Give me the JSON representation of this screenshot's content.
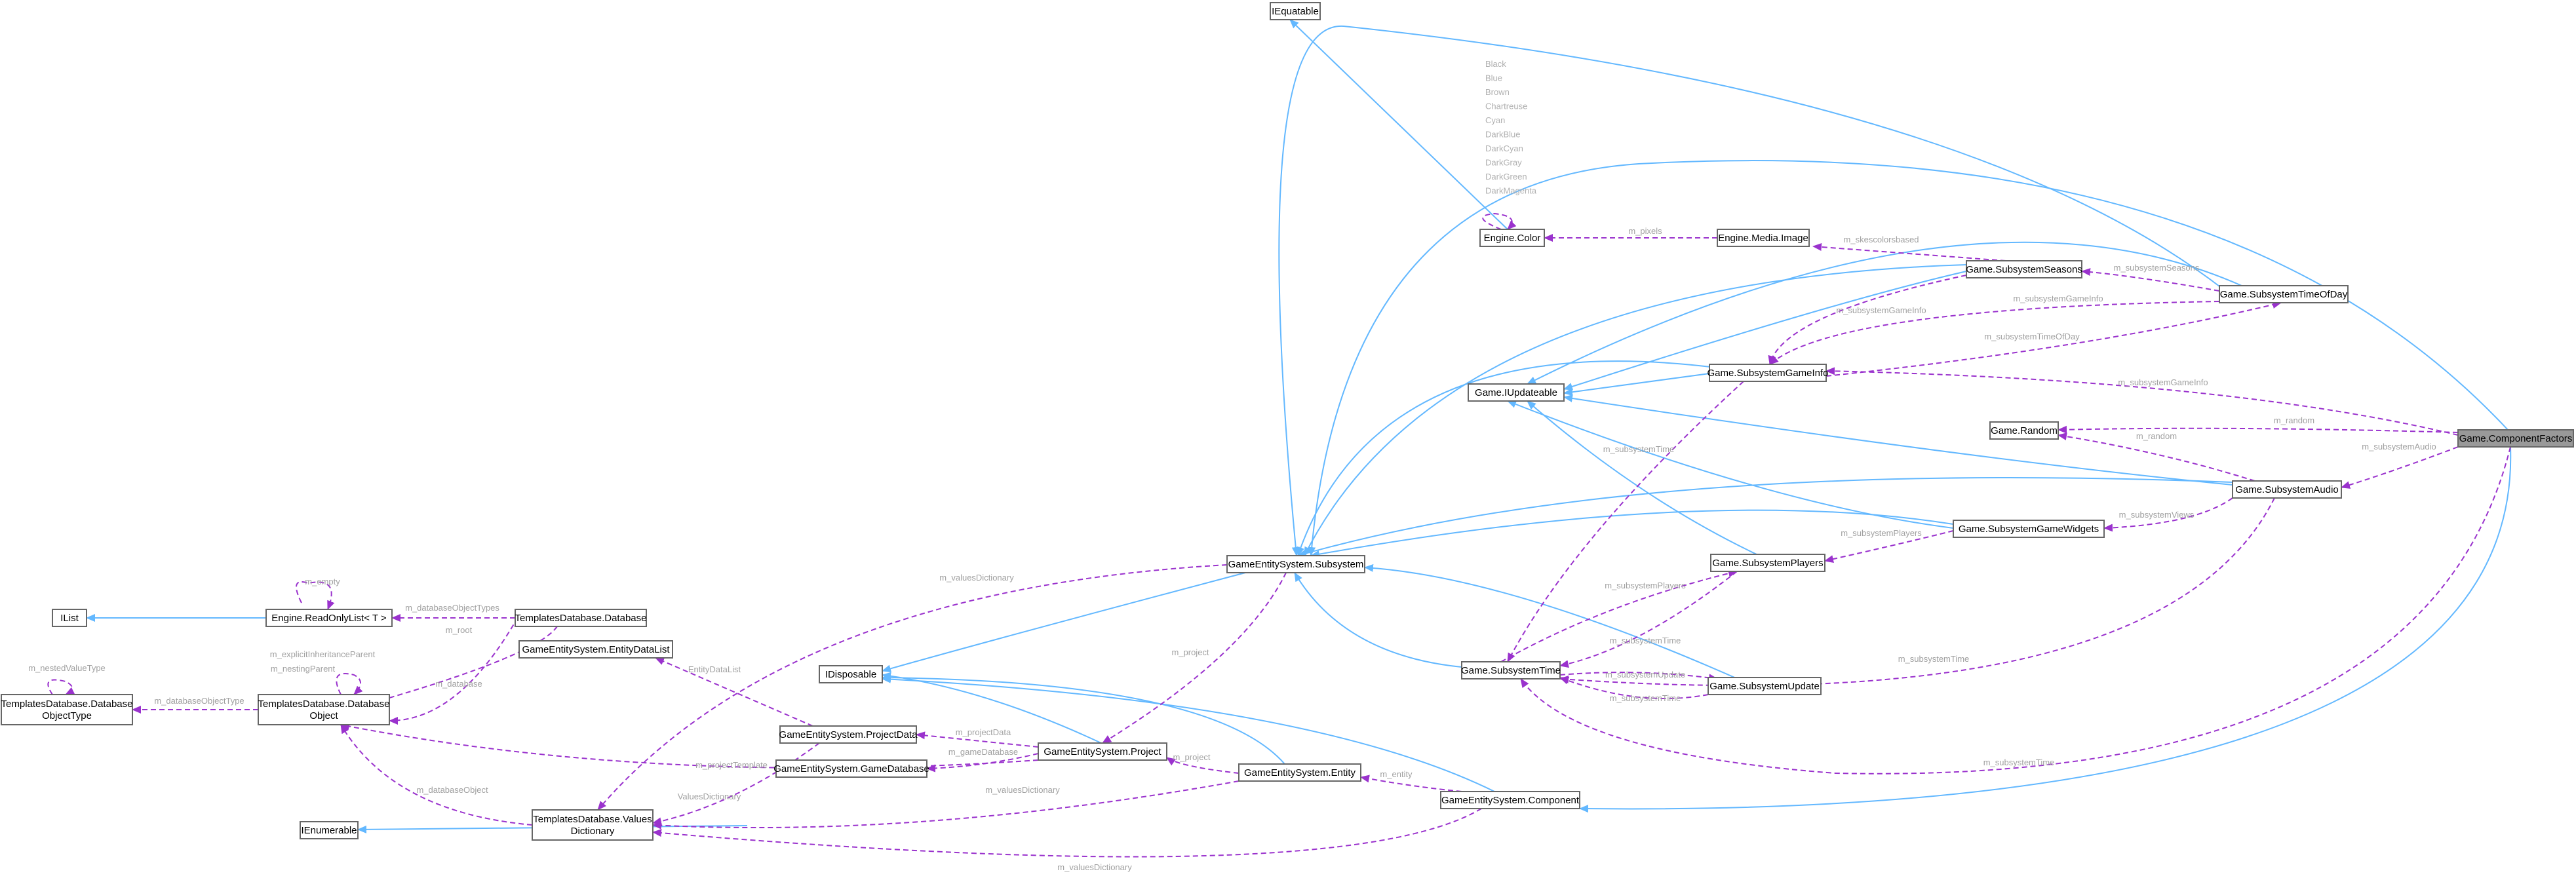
{
  "colors": {
    "inheritance": "#63b8ff",
    "usage": "#9a32cd",
    "highlight_fill": "#999999"
  },
  "nodes": [
    {
      "id": "iequatable",
      "lines": [
        "IEquatable"
      ]
    },
    {
      "id": "color",
      "lines": [
        "Engine.Color"
      ]
    },
    {
      "id": "mediaimage",
      "lines": [
        "Engine.Media.Image"
      ]
    },
    {
      "id": "seasons",
      "lines": [
        "Game.SubsystemSeasons"
      ]
    },
    {
      "id": "timeofday",
      "lines": [
        "Game.SubsystemTimeOfDay"
      ]
    },
    {
      "id": "gameinfo",
      "lines": [
        "Game.SubsystemGameInfo"
      ]
    },
    {
      "id": "iupdateable",
      "lines": [
        "Game.IUpdateable"
      ]
    },
    {
      "id": "random",
      "lines": [
        "Game.Random"
      ]
    },
    {
      "id": "componentfactors",
      "lines": [
        "Game.ComponentFactors"
      ],
      "highlight": true
    },
    {
      "id": "audio",
      "lines": [
        "Game.SubsystemAudio"
      ]
    },
    {
      "id": "widgets",
      "lines": [
        "Game.SubsystemGameWidgets"
      ]
    },
    {
      "id": "subsystem",
      "lines": [
        "GameEntitySystem.Subsystem"
      ]
    },
    {
      "id": "players",
      "lines": [
        "Game.SubsystemPlayers"
      ]
    },
    {
      "id": "ilist",
      "lines": [
        "IList"
      ]
    },
    {
      "id": "readonlylist",
      "lines": [
        "Engine.ReadOnlyList< T >"
      ]
    },
    {
      "id": "tdatabase",
      "lines": [
        "TemplatesDatabase.Database"
      ]
    },
    {
      "id": "entitydatalist",
      "lines": [
        "GameEntitySystem.EntityDataList"
      ]
    },
    {
      "id": "subsystemtime",
      "lines": [
        "Game.SubsystemTime"
      ]
    },
    {
      "id": "update",
      "lines": [
        "Game.SubsystemUpdate"
      ]
    },
    {
      "id": "dbobjecttype",
      "lines": [
        "TemplatesDatabase.Database",
        "ObjectType"
      ]
    },
    {
      "id": "dbobject",
      "lines": [
        "TemplatesDatabase.Database",
        "Object"
      ]
    },
    {
      "id": "idisposable",
      "lines": [
        "IDisposable"
      ]
    },
    {
      "id": "projectdata",
      "lines": [
        "GameEntitySystem.ProjectData"
      ]
    },
    {
      "id": "project",
      "lines": [
        "GameEntitySystem.Project"
      ]
    },
    {
      "id": "gamedatabase",
      "lines": [
        "GameEntitySystem.GameDatabase"
      ]
    },
    {
      "id": "entity",
      "lines": [
        "GameEntitySystem.Entity"
      ]
    },
    {
      "id": "component",
      "lines": [
        "GameEntitySystem.Component"
      ]
    },
    {
      "id": "ienumerable",
      "lines": [
        "IEnumerable"
      ]
    },
    {
      "id": "valuesdict",
      "lines": [
        "TemplatesDatabase.Values",
        "Dictionary"
      ]
    }
  ],
  "color_members": [
    "Black",
    "Blue",
    "Brown",
    "Chartreuse",
    "Cyan",
    "DarkBlue",
    "DarkCyan",
    "DarkGray",
    "DarkGreen",
    "DarkMagenta"
  ],
  "edge_labels": {
    "m_pixels": "m_pixels",
    "m_skescolorsbased": "m_skescolorsbased",
    "m_subsystemSeasons": "m_subsystemSeasons",
    "m_subsystemGameInfo_seasons": "m_subsystemGameInfo",
    "m_subsystemGameInfo_tod": "m_subsystemGameInfo",
    "m_subsystemTimeOfDay": "m_subsystemTimeOfDay",
    "m_subsystemGameInfo_cf": "m_subsystemGameInfo",
    "m_random_cf": "m_random",
    "m_random_audio": "m_random",
    "m_subsystemAudio": "m_subsystemAudio",
    "m_subsystemViews": "m_subsystemViews",
    "m_subsystemTime_gameinfo": "m_subsystemTime",
    "m_subsystemPlayers_widgets": "m_subsystemPlayers",
    "m_subsystemPlayers_time": "m_subsystemPlayers",
    "m_subsystemTime_players": "m_subsystemTime",
    "m_subsystemUpdate": "m_subsystemUpdate",
    "m_subsystemTime_update": "m_subsystemTime",
    "m_subsystemTime_audio": "m_subsystemTime",
    "m_subsystemTime_cf": "m_subsystemTime",
    "m_valuesDictionary_subsystem": "m_valuesDictionary",
    "m_empty": "m_empty",
    "m_databaseObjectTypes": "m_databaseObjectTypes",
    "m_root": "m_root",
    "m_database": "m_database",
    "m_explicitInheritanceParent": "m_explicitInheritanceParent",
    "m_nestingParent": "m_nestingParent",
    "m_nestedValueType": "m_nestedValueType",
    "m_databaseObjectType": "m_databaseObjectType",
    "m_project_subsystem": "m_project",
    "EntityDataList": "EntityDataList",
    "m_projectData": "m_projectData",
    "m_gameDatabase": "m_gameDatabase",
    "m_projectTemplate": "m_projectTemplate",
    "m_project_entity": "m_project",
    "m_valuesDictionary_entity": "m_valuesDictionary",
    "ValuesDictionary": "ValuesDictionary",
    "m_entity": "m_entity",
    "m_databaseObject": "m_databaseObject",
    "m_valuesDictionary_component": "m_valuesDictionary"
  }
}
